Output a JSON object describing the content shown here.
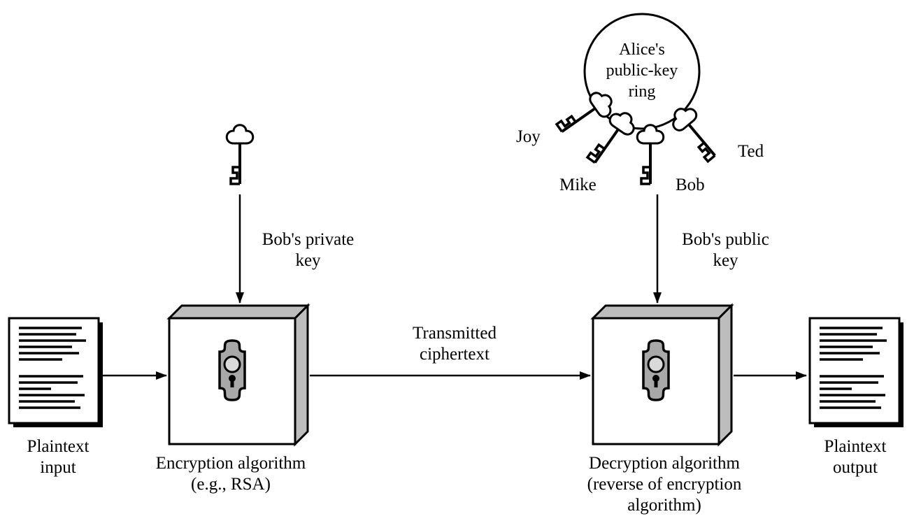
{
  "plaintext_input": {
    "line1": "Plaintext",
    "line2": "input"
  },
  "plaintext_output": {
    "line1": "Plaintext",
    "line2": "output"
  },
  "encryption": {
    "line1": "Encryption algorithm",
    "line2": "(e.g., RSA)"
  },
  "decryption": {
    "line1": "Decryption algorithm",
    "line2": "(reverse of encryption",
    "line3": "algorithm)"
  },
  "transmitted": {
    "line1": "Transmitted",
    "line2": "ciphertext"
  },
  "private_key": {
    "line1": "Bob's private",
    "line2": "key"
  },
  "public_key": {
    "line1": "Bob's public",
    "line2": "key"
  },
  "key_ring": {
    "line1": "Alice's",
    "line2": "public-key",
    "line3": "ring",
    "owners": {
      "joy": "Joy",
      "mike": "Mike",
      "bob": "Bob",
      "ted": "Ted"
    }
  }
}
